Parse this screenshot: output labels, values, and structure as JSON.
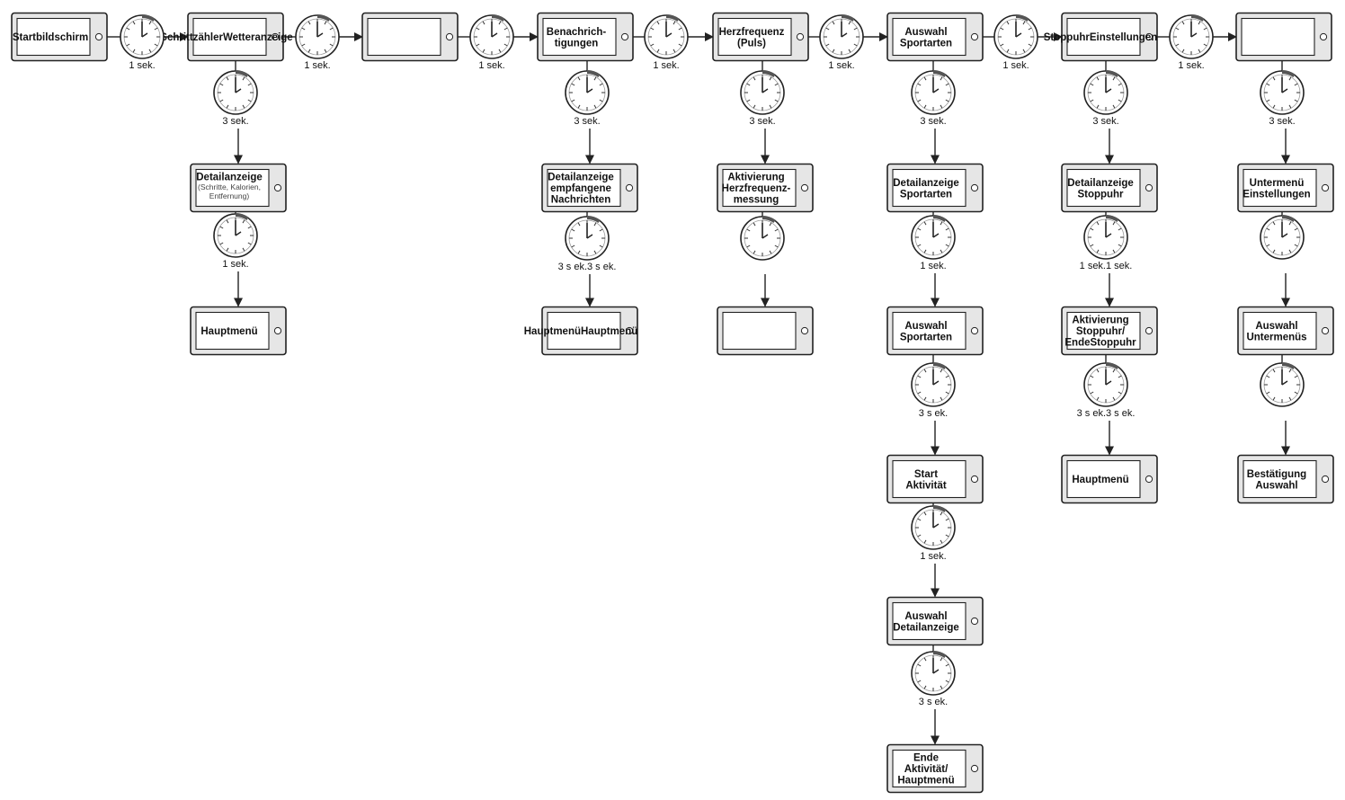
{
  "colors": {
    "stroke": "#222222",
    "device_fill": "#e6e6e6",
    "screen_fill": "#ffffff",
    "clock_mark": "#555555"
  },
  "icons": {
    "device": "smartwatch-screen-icon",
    "timer": "stopwatch-icon",
    "arrow": "arrow-icon"
  },
  "screens": [
    {
      "id": "s1",
      "lines": [
        "Startbildschirm"
      ]
    },
    {
      "id": "s2",
      "lines": [
        "SchrittzählerWetteranzeige"
      ]
    },
    {
      "id": "s3",
      "lines": []
    },
    {
      "id": "s4",
      "lines": [
        "Benachrich-",
        "tigungen"
      ]
    },
    {
      "id": "s5",
      "lines": [
        "Herzfrequenz",
        "(Puls)"
      ]
    },
    {
      "id": "s6",
      "lines": [
        "Auswahl",
        "Sportarten"
      ]
    },
    {
      "id": "s7",
      "lines": [
        "StoppuhrEinstellungen"
      ]
    },
    {
      "id": "s8",
      "lines": []
    },
    {
      "id": "s2a",
      "lines": [
        "Detailanzeige"
      ],
      "sublines": [
        "(Schritte, Kalorien,",
        "Entfernung)"
      ]
    },
    {
      "id": "s2b",
      "lines": [
        "Hauptmenü"
      ]
    },
    {
      "id": "s4a",
      "lines": [
        "Detailanzeige",
        "empfangene",
        "Nachrichten"
      ]
    },
    {
      "id": "s4b",
      "lines": [
        "HauptmenüHauptmenü"
      ]
    },
    {
      "id": "s5a",
      "lines": [
        "Aktivierung",
        "Herzfrequenz-",
        "messung"
      ]
    },
    {
      "id": "s5b",
      "lines": []
    },
    {
      "id": "s6a",
      "lines": [
        "Detailanzeige",
        "Sportarten"
      ]
    },
    {
      "id": "s6b",
      "lines": [
        "Auswahl",
        "Sportarten"
      ]
    },
    {
      "id": "s6c",
      "lines": [
        "Start",
        "Aktivität"
      ]
    },
    {
      "id": "s6d",
      "lines": [
        "Auswahl",
        "Detailanzeige"
      ]
    },
    {
      "id": "s6e",
      "lines": [
        "Ende",
        "Aktivität/",
        "Hauptmenü"
      ]
    },
    {
      "id": "s7a",
      "lines": [
        "Detailanzeige",
        "Stoppuhr"
      ]
    },
    {
      "id": "s7b",
      "lines": [
        "Aktivierung",
        "Stoppuhr/",
        "EndeStoppuhr"
      ]
    },
    {
      "id": "s7c",
      "lines": [
        "Hauptmenü"
      ]
    },
    {
      "id": "s8a",
      "lines": [
        "Untermenü",
        "Einstellungen"
      ]
    },
    {
      "id": "s8b",
      "lines": [
        "Auswahl",
        "Untermenüs"
      ]
    },
    {
      "id": "s8c",
      "lines": [
        "Bestätigung",
        "Auswahl"
      ]
    }
  ],
  "timers": [
    {
      "id": "h1",
      "label": "1 sek."
    },
    {
      "id": "h2",
      "label": "1 sek."
    },
    {
      "id": "h3",
      "label": "1 sek."
    },
    {
      "id": "h4",
      "label": "1 sek."
    },
    {
      "id": "h5",
      "label": "1 sek."
    },
    {
      "id": "h6",
      "label": "1 sek."
    },
    {
      "id": "h7",
      "label": "1 sek."
    },
    {
      "id": "v2a",
      "label": "3 sek."
    },
    {
      "id": "v2b",
      "label": "1 sek."
    },
    {
      "id": "v4a",
      "label": "3 sek."
    },
    {
      "id": "v4b",
      "label": "3 s ek.3 s ek."
    },
    {
      "id": "v5a",
      "label": "3 sek."
    },
    {
      "id": "v5b",
      "label": ""
    },
    {
      "id": "v6a",
      "label": "3 sek."
    },
    {
      "id": "v6b",
      "label": "1 sek."
    },
    {
      "id": "v6c",
      "label": "3 s ek."
    },
    {
      "id": "v6d",
      "label": "1 sek."
    },
    {
      "id": "v6e",
      "label": "3 s ek."
    },
    {
      "id": "v7a",
      "label": "3 sek."
    },
    {
      "id": "v7b",
      "label": "1 sek.1 sek."
    },
    {
      "id": "v7c",
      "label": "3 s ek.3 s ek."
    },
    {
      "id": "v8a",
      "label": "3 sek."
    },
    {
      "id": "v8b",
      "label": ""
    },
    {
      "id": "v8c",
      "label": ""
    }
  ]
}
